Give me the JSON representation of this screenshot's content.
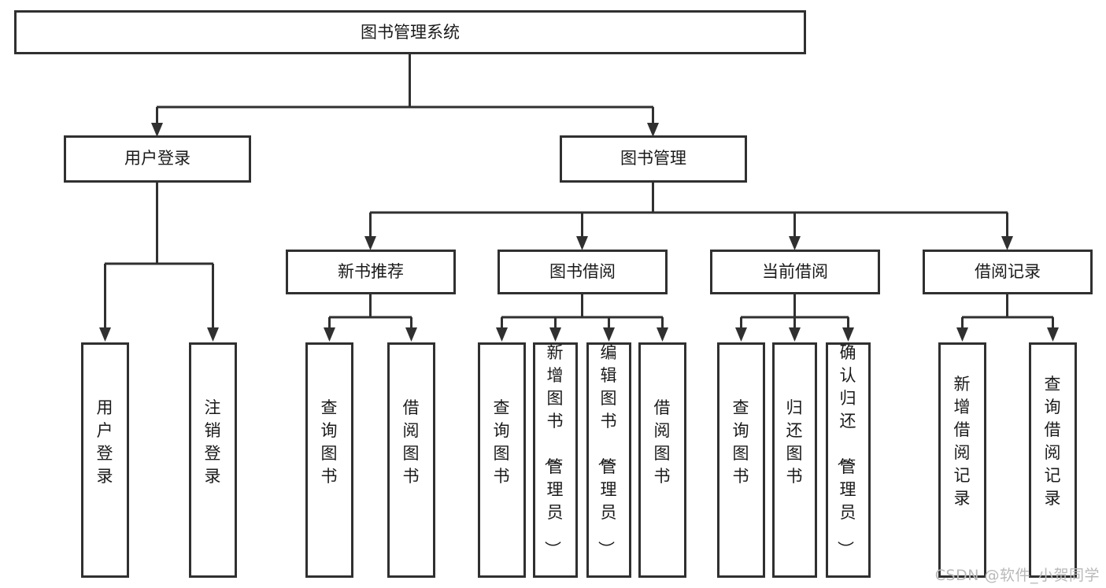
{
  "diagram": {
    "title": "图书管理系统",
    "type": "tree-hierarchy-chart",
    "colors": {
      "box_stroke": "#303030",
      "box_fill": "#ffffff",
      "text": "#1a1a1a",
      "watermark": "#b9b9b9",
      "background": "#ffffff"
    },
    "root": {
      "label": "图书管理系统"
    },
    "level2": [
      {
        "label": "用户登录"
      },
      {
        "label": "图书管理"
      }
    ],
    "level3": [
      {
        "label": "新书推荐"
      },
      {
        "label": "图书借阅"
      },
      {
        "label": "当前借阅"
      },
      {
        "label": "借阅记录"
      }
    ],
    "leaves": {
      "user_login": [
        {
          "label": "用户登录"
        },
        {
          "label": "注销登录"
        }
      ],
      "new_book_recommend": [
        {
          "label": "查询图书"
        },
        {
          "label": "借阅图书"
        }
      ],
      "book_borrow": [
        {
          "label": "查询图书"
        },
        {
          "label": "新增图书（管理员）"
        },
        {
          "label": "编辑图书（管理员）"
        },
        {
          "label": "借阅图书"
        }
      ],
      "current_borrow": [
        {
          "label": "查询图书"
        },
        {
          "label": "归还图书"
        },
        {
          "label": "确认归还（管理员）"
        }
      ],
      "borrow_record": [
        {
          "label": "新增借阅记录"
        },
        {
          "label": "查询借阅记录"
        }
      ]
    }
  },
  "watermark": {
    "text": "CSDN @软件_小贺同学"
  }
}
